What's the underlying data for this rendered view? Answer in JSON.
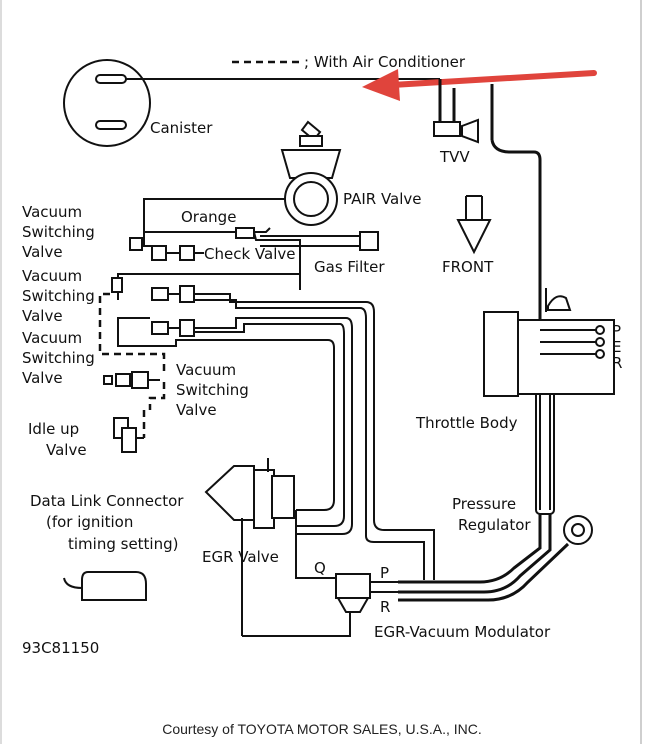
{
  "legend": {
    "text": "; With Air Conditioner"
  },
  "labels": {
    "canister": "Canister",
    "tvv": "TVV",
    "pair_valve": "PAIR Valve",
    "orange": "Orange",
    "check_valve": "Check Valve",
    "gas_filter": "Gas Filter",
    "front": "FRONT",
    "vsv1": [
      "Vacuum",
      "Switching",
      "Valve"
    ],
    "vsv2": [
      "Vacuum",
      "Switching",
      "Valve"
    ],
    "vsv3": [
      "Vacuum",
      "Switching",
      "Valve"
    ],
    "vsv4": [
      "Vacuum",
      "Switching",
      "Valve"
    ],
    "idle_up_valve": [
      "Idle   up",
      "Valve"
    ],
    "throttle_body": "Throttle Body",
    "pressure_regulator": [
      "Pressure",
      "Regulator"
    ],
    "data_link_connector": [
      "Data Link Connector",
      "(for ignition",
      "timing setting)"
    ],
    "egr_valve": "EGR Valve",
    "egr_vacuum_modulator": "EGR-Vacuum Modulator",
    "port_p": "P",
    "port_e": "E",
    "port_r": "R",
    "port_q": "Q",
    "mod_p": "P",
    "mod_r": "R",
    "figure_code": "93C81150"
  },
  "credit": "Courtesy of TOYOTA MOTOR SALES, U.S.A., INC.",
  "colors": {
    "arrow": "#e0443c",
    "line": "#111111",
    "frame": "#c9c9c9"
  }
}
